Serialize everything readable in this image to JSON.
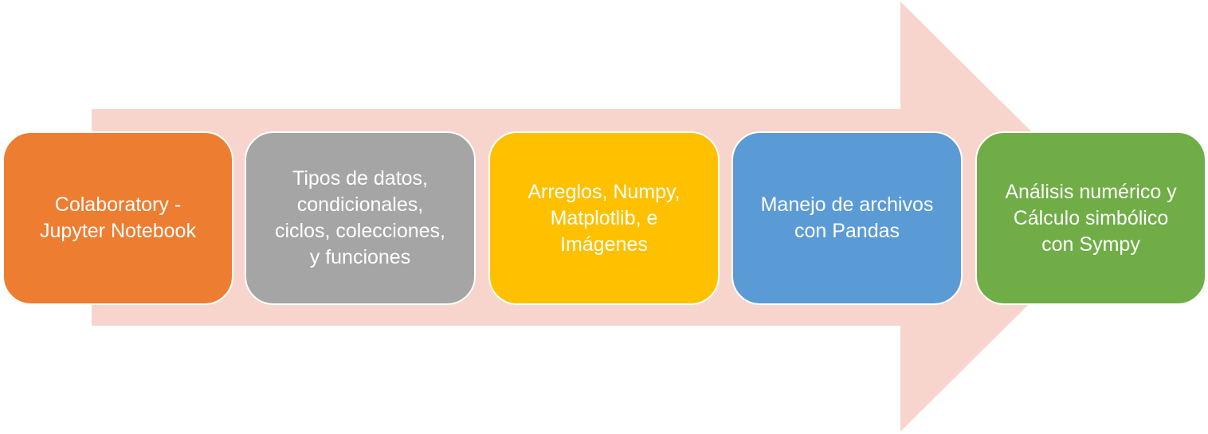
{
  "colors": {
    "arrow": "#f7d5cc",
    "stage_1": "#ed7d31",
    "stage_2": "#a5a5a5",
    "stage_3": "#ffc000",
    "stage_4": "#5b9bd5",
    "stage_5": "#70ad47"
  },
  "stages": [
    {
      "text": "Colaboratory -\nJupyter Notebook"
    },
    {
      "text": "Tipos de datos,\ncondicionales,\nciclos, colecciones,\ny funciones"
    },
    {
      "text": "Arreglos, Numpy,\nMatplotlib, e\nImágenes"
    },
    {
      "text": "Manejo de archivos\ncon Pandas"
    },
    {
      "text": "Análisis numérico y\nCálculo simbólico\ncon Sympy"
    }
  ]
}
